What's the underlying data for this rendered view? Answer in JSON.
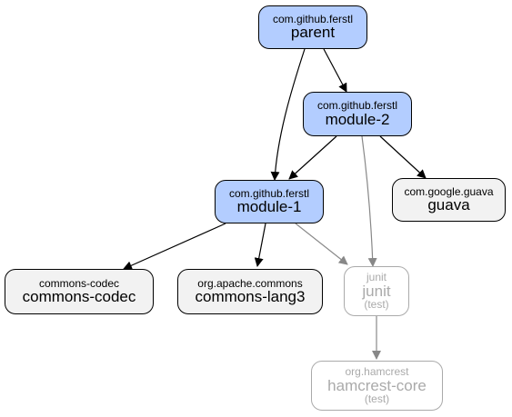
{
  "colors": {
    "internal_fill": "#b3cdff",
    "external_fill": "#f2f2f2",
    "test_border": "#aaaaaa",
    "compile_edge": "#000000",
    "test_edge": "#888888"
  },
  "nodes": {
    "parent": {
      "group": "com.github.ferstl",
      "artifact": "parent"
    },
    "module2": {
      "group": "com.github.ferstl",
      "artifact": "module-2"
    },
    "module1": {
      "group": "com.github.ferstl",
      "artifact": "module-1"
    },
    "guava": {
      "group": "com.google.guava",
      "artifact": "guava"
    },
    "commons_codec": {
      "group": "commons-codec",
      "artifact": "commons-codec"
    },
    "commons_lang3": {
      "group": "org.apache.commons",
      "artifact": "commons-lang3"
    },
    "junit": {
      "group": "junit",
      "artifact": "junit",
      "scope": "(test)"
    },
    "hamcrest": {
      "group": "org.hamcrest",
      "artifact": "hamcrest-core",
      "scope": "(test)"
    }
  },
  "edges": [
    {
      "from": "parent",
      "to": "module2",
      "kind": "compile"
    },
    {
      "from": "parent",
      "to": "module1",
      "kind": "compile"
    },
    {
      "from": "module2",
      "to": "module1",
      "kind": "compile"
    },
    {
      "from": "module2",
      "to": "guava",
      "kind": "compile"
    },
    {
      "from": "module2",
      "to": "junit",
      "kind": "test"
    },
    {
      "from": "module1",
      "to": "commons_codec",
      "kind": "compile"
    },
    {
      "from": "module1",
      "to": "commons_lang3",
      "kind": "compile"
    },
    {
      "from": "module1",
      "to": "junit",
      "kind": "test"
    },
    {
      "from": "junit",
      "to": "hamcrest",
      "kind": "test"
    }
  ]
}
